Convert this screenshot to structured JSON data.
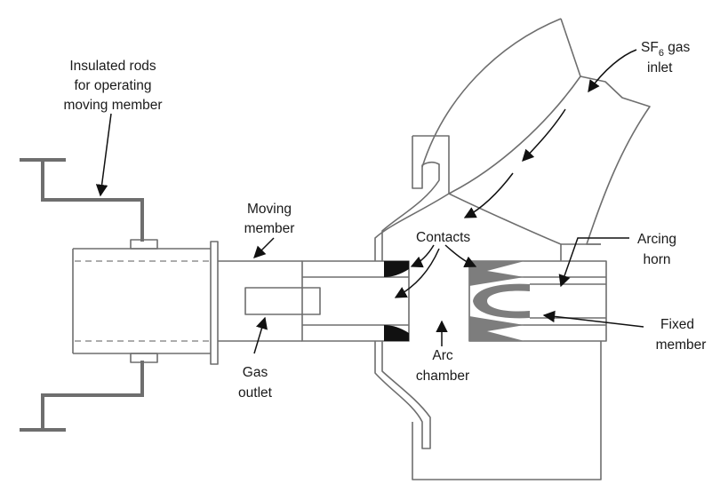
{
  "labels": {
    "insulated_rods_line1": "Insulated rods",
    "insulated_rods_line2": "for operating",
    "insulated_rods_line3": "moving member",
    "sf6_prefix": "SF",
    "sf6_subscript": "6",
    "sf6_suffix": " gas",
    "sf6_line2": "inlet",
    "moving_member_line1": "Moving",
    "moving_member_line2": "member",
    "contacts": "Contacts",
    "arcing_horn_line1": "Arcing",
    "arcing_horn_line2": "horn",
    "fixed_member_line1": "Fixed",
    "fixed_member_line2": "member",
    "gas_outlet_line1": "Gas",
    "gas_outlet_line2": "outlet",
    "arc_chamber_line1": "Arc",
    "arc_chamber_line2": "chamber"
  },
  "colors": {
    "outline": "#6e6e6e",
    "contact_tip": "#111111",
    "fixed_contact": "#7d7d7d",
    "text": "#1a1a1a"
  }
}
